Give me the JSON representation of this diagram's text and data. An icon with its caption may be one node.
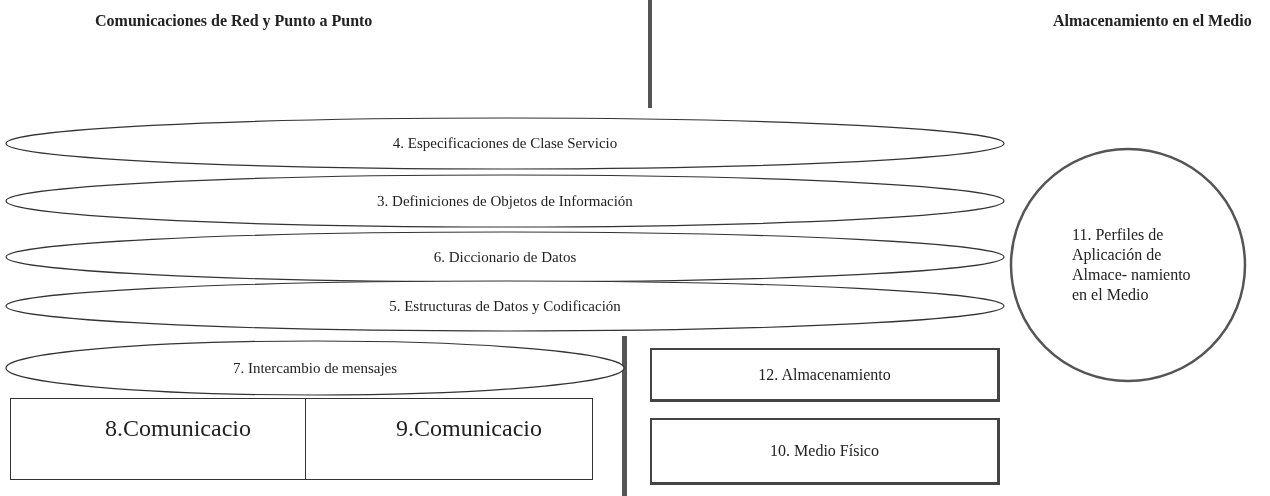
{
  "diagram": {
    "nodes": [
      {
        "text": [
          "4. Especificaciones de Clase Servicio"
        ]
      },
      {
        "text": [
          "3. Definiciones de Objetos de Información"
        ]
      },
      {
        "text": [
          "6. Diccionario de Datos"
        ]
      },
      {
        "text": [
          "5. Estructuras de Datos y Codificación"
        ]
      },
      {
        "text": [
          "11. Perfiles de Aplicación de Almace- namiento en el Medio"
        ]
      },
      {
        "text": [
          "7. Intercambio de mensajes"
        ]
      },
      {
        "text": [
          "12. Almacenamiento"
        ]
      },
      {
        "text": [
          "8.Comunicacio"
        ]
      },
      {
        "text": [
          "9.Comunicacio"
        ]
      },
      {
        "text": [
          "10. Medio Físico"
        ]
      }
    ],
    "labels": [
      "Comunicaciones de Red y Punto a Punto",
      "Almacenamiento en el Medio"
    ]
  }
}
